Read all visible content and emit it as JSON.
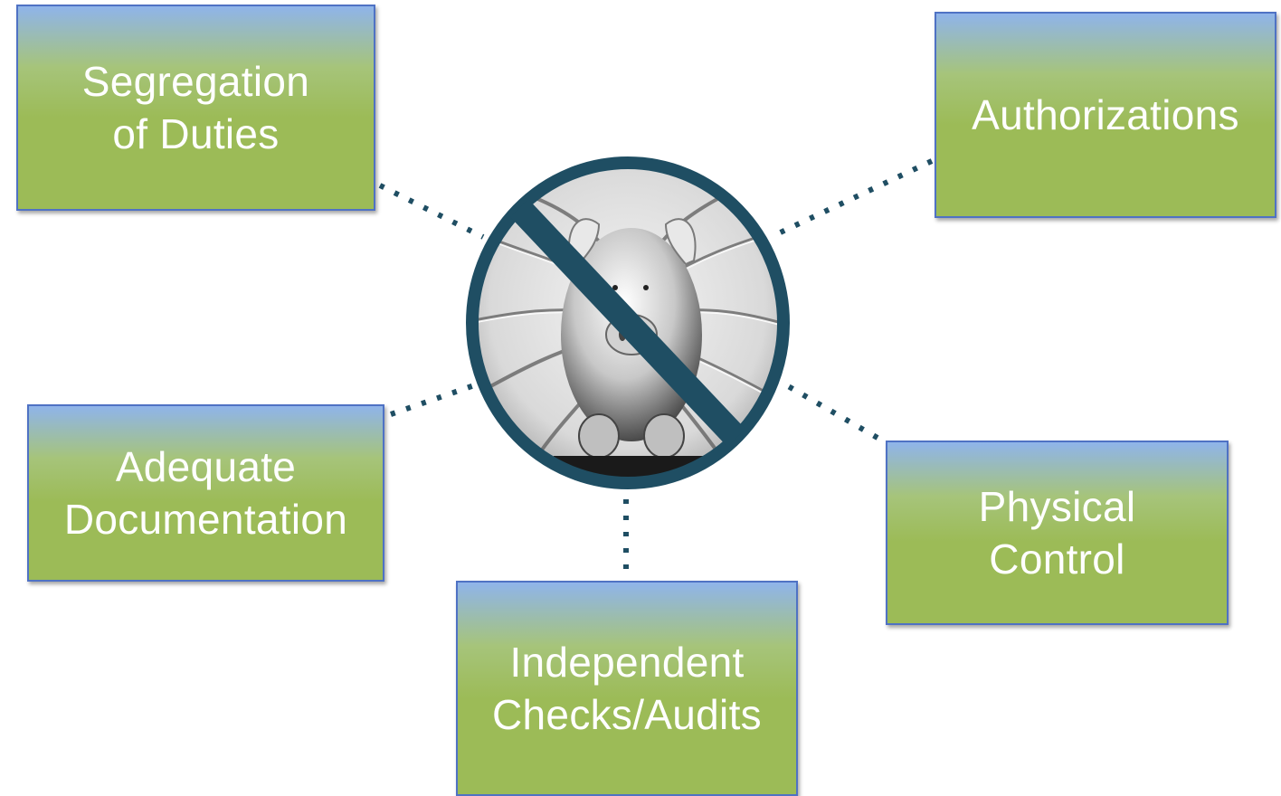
{
  "boxes": {
    "segregation": "Segregation\nof Duties",
    "authorizations": "Authorizations",
    "documentation": "Adequate\nDocumentation",
    "physical": "Physical\nControl",
    "independent": "Independent\nChecks/Audits"
  },
  "colors": {
    "box_green": "#9cbb57",
    "box_top_blue": "#8fb4ea",
    "box_border": "#4f72c4",
    "ring": "#1f4e63",
    "connector": "#1f4e63"
  },
  "center": {
    "icon": "no-piggy-bank-icon"
  }
}
